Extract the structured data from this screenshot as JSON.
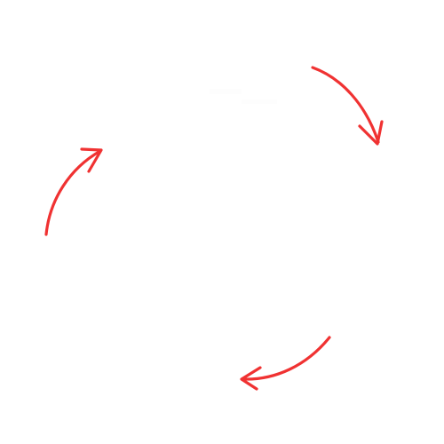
{
  "diagram": {
    "type": "cycle",
    "arrow_color": "#f03232",
    "background_color": "#ffffff",
    "arrows": [
      {
        "name": "top-right-arrow",
        "direction": "clockwise",
        "from": "top",
        "to": "right"
      },
      {
        "name": "bottom-arrow",
        "direction": "clockwise",
        "from": "bottom-right",
        "to": "bottom-left"
      },
      {
        "name": "left-arrow",
        "direction": "clockwise",
        "from": "left",
        "to": "top-left"
      }
    ]
  }
}
